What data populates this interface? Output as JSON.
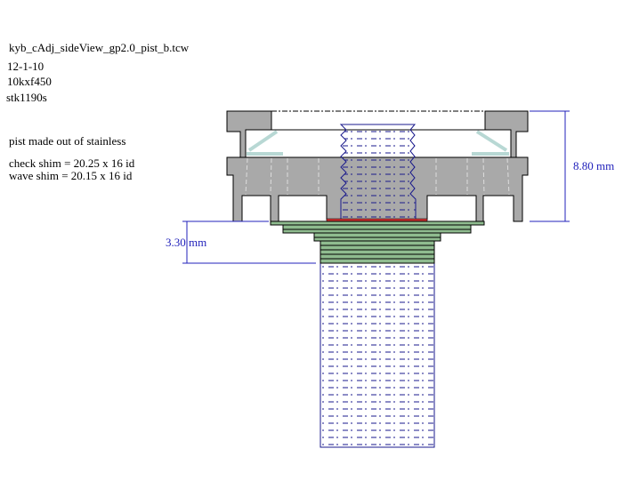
{
  "notes": {
    "filename": "kyb_cAdj_sideView_gp2.0_pist_b.tcw",
    "date": "12-1-10",
    "model": "10kxf450",
    "part": "stk1190s",
    "material": "pist made out of stainless",
    "check_shim": "check shim = 20.25 x 16 id",
    "wave_shim": "wave shim = 20.15 x 16 id"
  },
  "dimensions": {
    "height_label": "8.80 mm",
    "offset_label": "3.30 mm"
  },
  "colors": {
    "body": "#a9a9a9",
    "shim": "#8fbc8f",
    "check_shim": "#d03030",
    "dimension": "#2222bb",
    "bellows": "#1a1a8c",
    "brace": "#b8d8d4"
  }
}
